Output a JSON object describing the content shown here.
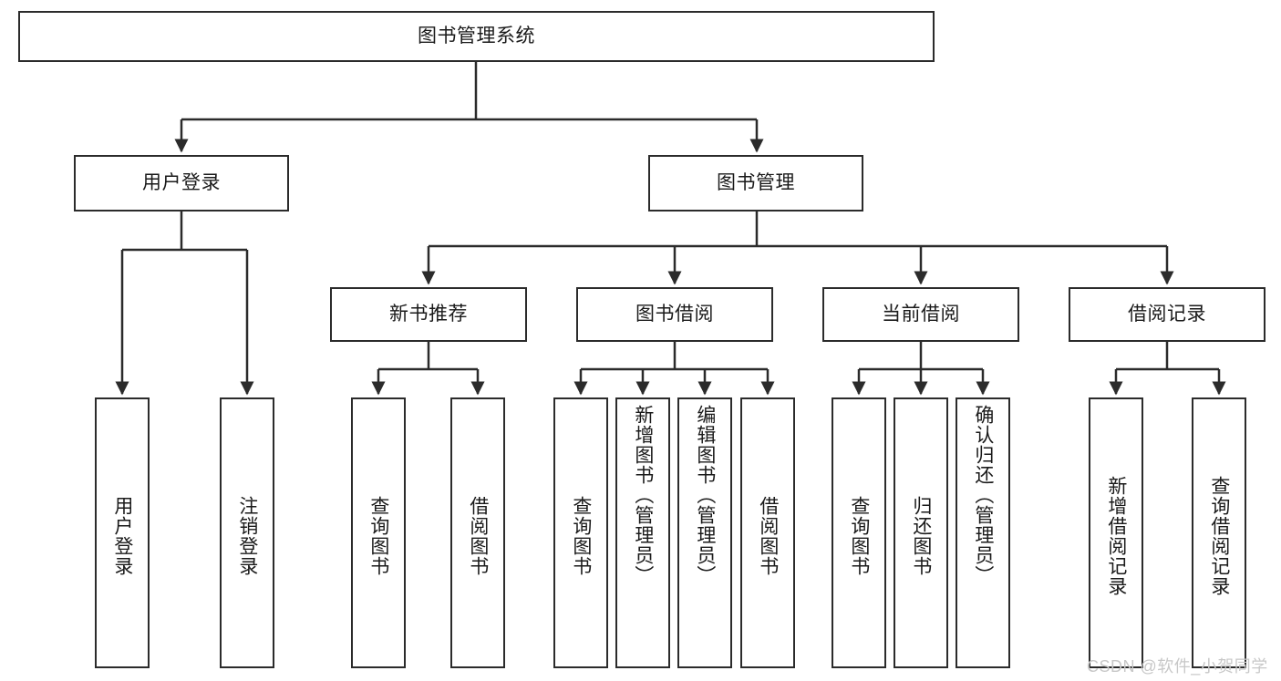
{
  "diagram": {
    "title": "图书管理系统",
    "type": "hierarchy-tree",
    "watermark": "CSDN @软件_小贺同学",
    "colors": {
      "stroke": "#2b2b2b",
      "fill": "#ffffff",
      "text": "#1a1a1a",
      "watermark": "#c8c8c8"
    },
    "nodes": {
      "root": {
        "label": "图书管理系统"
      },
      "level2": [
        {
          "label": "用户登录"
        },
        {
          "label": "图书管理"
        }
      ],
      "level3": [
        {
          "label": "新书推荐"
        },
        {
          "label": "图书借阅"
        },
        {
          "label": "当前借阅"
        },
        {
          "label": "借阅记录"
        }
      ],
      "leaves": {
        "user_login": [
          {
            "label": "用户登录"
          },
          {
            "label": "注销登录"
          }
        ],
        "new_book": [
          {
            "label": "查询图书"
          },
          {
            "label": "借阅图书"
          }
        ],
        "book_borrow": [
          {
            "label": "查询图书"
          },
          {
            "label": "新增图书（管理员）"
          },
          {
            "label": "编辑图书（管理员）"
          },
          {
            "label": "借阅图书"
          }
        ],
        "current_borrow": [
          {
            "label": "查询图书"
          },
          {
            "label": "归还图书"
          },
          {
            "label": "确认归还（管理员）"
          }
        ],
        "borrow_record": [
          {
            "label": "新增借阅记录"
          },
          {
            "label": "查询借阅记录"
          }
        ]
      }
    }
  }
}
